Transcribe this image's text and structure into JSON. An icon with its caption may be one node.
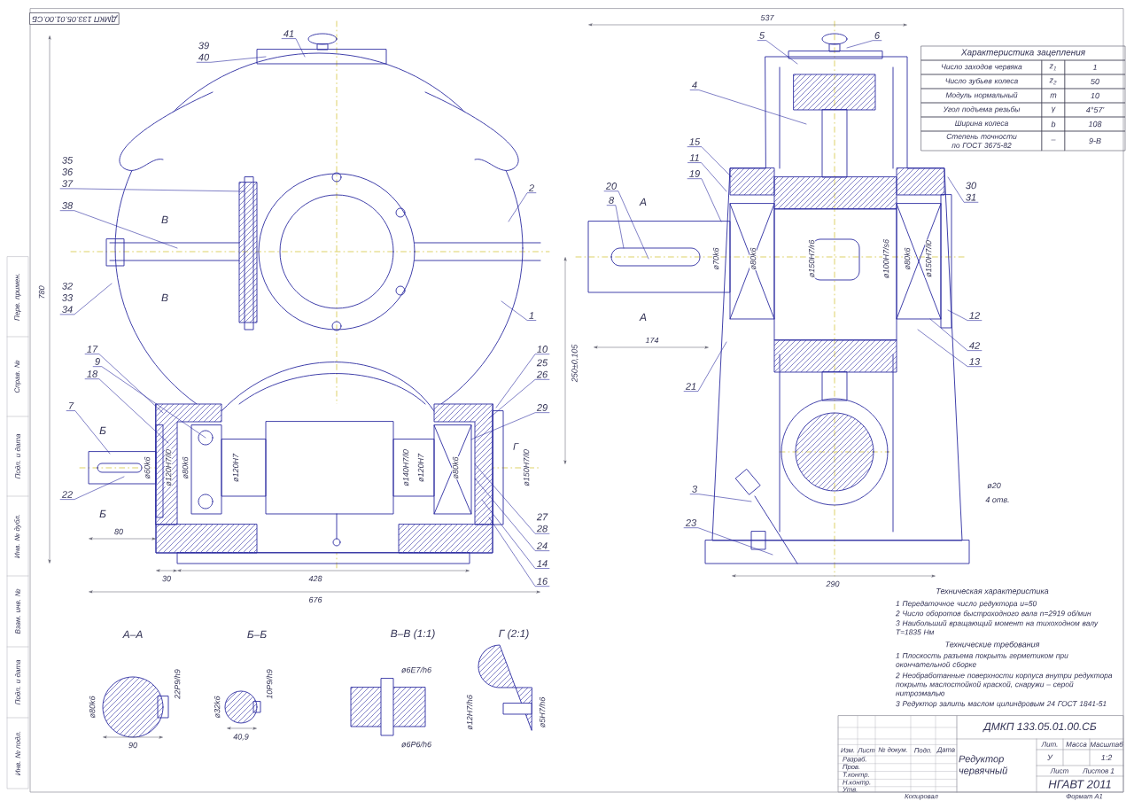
{
  "diagram": {
    "nodes": [
      {
        "text": [
          "39",
          "40"
        ]
      },
      {
        "text": [
          "41"
        ]
      },
      {
        "text": [
          "35",
          "36",
          "37"
        ]
      },
      {
        "text": [
          "38"
        ]
      },
      {
        "text": [
          "32",
          "33",
          "34"
        ]
      },
      {
        "text": [
          "2"
        ]
      },
      {
        "text": [
          "1"
        ]
      },
      {
        "text": [
          "17"
        ]
      },
      {
        "text": [
          "9"
        ]
      },
      {
        "text": [
          "18"
        ]
      },
      {
        "text": [
          "7"
        ]
      },
      {
        "text": [
          "22"
        ]
      },
      {
        "text": [
          "10"
        ]
      },
      {
        "text": [
          "25",
          "26"
        ]
      },
      {
        "text": [
          "29"
        ]
      },
      {
        "text": [
          "27",
          "28"
        ]
      },
      {
        "text": [
          "24"
        ]
      },
      {
        "text": [
          "14"
        ]
      },
      {
        "text": [
          "16"
        ]
      },
      {
        "text": [
          "5"
        ]
      },
      {
        "text": [
          "6"
        ]
      },
      {
        "text": [
          "4"
        ]
      },
      {
        "text": [
          "15"
        ]
      },
      {
        "text": [
          "11"
        ]
      },
      {
        "text": [
          "19"
        ]
      },
      {
        "text": [
          "20"
        ]
      },
      {
        "text": [
          "8"
        ]
      },
      {
        "text": [
          "30",
          "31"
        ]
      },
      {
        "text": [
          "12"
        ]
      },
      {
        "text": [
          "42"
        ]
      },
      {
        "text": [
          "13"
        ]
      },
      {
        "text": [
          "21"
        ]
      },
      {
        "text": [
          "3"
        ]
      },
      {
        "text": [
          "23"
        ]
      },
      {
        "text": [],
        "shape": "picture"
      },
      {
        "text": [],
        "shape": "picture"
      }
    ],
    "edges": [
      {
        "from": 0,
        "to": 34,
        "arrow": "none"
      },
      {
        "from": 1,
        "to": 34,
        "arrow": "none"
      },
      {
        "from": 2,
        "to": 34,
        "arrow": "none"
      },
      {
        "from": 3,
        "to": 34,
        "arrow": "none"
      },
      {
        "from": 4,
        "to": 34,
        "arrow": "none"
      },
      {
        "from": 5,
        "to": 34,
        "arrow": "none"
      },
      {
        "from": 6,
        "to": 34,
        "arrow": "none"
      },
      {
        "from": 7,
        "to": 34,
        "arrow": "none"
      },
      {
        "from": 8,
        "to": 34,
        "arrow": "none"
      },
      {
        "from": 9,
        "to": 34,
        "arrow": "none"
      },
      {
        "from": 10,
        "to": 34,
        "arrow": "none"
      },
      {
        "from": 11,
        "to": 34,
        "arrow": "none"
      },
      {
        "from": 12,
        "to": 34,
        "arrow": "none"
      },
      {
        "from": 13,
        "to": 34,
        "arrow": "none"
      },
      {
        "from": 14,
        "to": 34,
        "arrow": "none"
      },
      {
        "from": 15,
        "to": 34,
        "arrow": "none"
      },
      {
        "from": 16,
        "to": 34,
        "arrow": "none"
      },
      {
        "from": 17,
        "to": 34,
        "arrow": "none"
      },
      {
        "from": 18,
        "to": 34,
        "arrow": "none"
      },
      {
        "from": 19,
        "to": 35,
        "arrow": "none"
      },
      {
        "from": 20,
        "to": 35,
        "arrow": "none"
      },
      {
        "from": 21,
        "to": 35,
        "arrow": "none"
      },
      {
        "from": 22,
        "to": 35,
        "arrow": "none"
      },
      {
        "from": 23,
        "to": 35,
        "arrow": "none"
      },
      {
        "from": 24,
        "to": 35,
        "arrow": "none"
      },
      {
        "from": 25,
        "to": 35,
        "arrow": "none"
      },
      {
        "from": 26,
        "to": 35,
        "arrow": "none"
      },
      {
        "from": 27,
        "to": 35,
        "arrow": "none"
      },
      {
        "from": 28,
        "to": 35,
        "arrow": "none"
      },
      {
        "from": 29,
        "to": 35,
        "arrow": "none"
      },
      {
        "from": 30,
        "to": 35,
        "arrow": "none"
      },
      {
        "from": 31,
        "to": 35,
        "arrow": "none"
      },
      {
        "from": 32,
        "to": 35,
        "arrow": "none"
      },
      {
        "from": 33,
        "to": 35,
        "arrow": "none"
      }
    ],
    "labels": [
      "ДМКП 133.05.01.00.СБ",
      "В",
      "В",
      "Б",
      "Б",
      "А",
      "А",
      "Г",
      "780",
      "250±0,105",
      "80",
      "30",
      "428",
      "676",
      "537",
      "174",
      "290",
      "ø20",
      "4 отв.",
      "ø60k6",
      "ø120H7/l0",
      "ø80k6",
      "ø120H7",
      "ø140H7/l0",
      "ø120H7",
      "ø80k6",
      "ø150H7/l0",
      "ø70k6",
      "ø80k6",
      "ø150H7/r6",
      "ø100H7/s6",
      "ø80k6",
      "ø150H7/l0",
      "А–А",
      "Б–Б",
      "В–В (1:1)",
      "Г (2:1)",
      "ø80k6",
      "90",
      "22P9/h9",
      "ø32k6",
      "40,9",
      "10P9/h9",
      "ø6E7/h6",
      "ø6P6/h6",
      "ø12H7/h6",
      "ø5H7/h6",
      "Характеристика зацепления",
      "Число заходов червяка",
      "z$_{1}$",
      "1",
      "Число зубьев колеса",
      "z$_{2}$",
      "50",
      "Модуль нормальный",
      "m",
      "10",
      "Угол подъема резьбы",
      "γ",
      "4°57'",
      "Ширина колеса",
      "b",
      "108",
      "Степень точности по ГОСТ 3675-82",
      "–",
      "9-В",
      "Техническая характеристика",
      "1 Передаточное число редуктора u=50",
      "2 Число оборотов быстроходного вала n=2919 об/мин",
      "3 Наибольший вращающий момент на тихоходном валу T=1835 Нм",
      "Технические требования",
      "1 Плоскость разъема покрыть герметиком при окончательной сборке",
      "2 Необработанные поверхности корпуса внутри редуктора покрыть маслостойкой краской, снаружи – серой нитроэмалью",
      "3 Редуктор залить маслом цилиндровым 24 ГОСТ 1841-51",
      "ДМКП 133.05.01.00.СБ",
      "Редуктор червячный",
      "Лит.",
      "Масса",
      "Масштаб",
      "У",
      "1:2",
      "Лист",
      "Листов 1",
      "НГАВТ 2011",
      "Изм.",
      "Лист",
      "№ докум.",
      "Подп.",
      "Дата",
      "Разраб.",
      "Пров.",
      "Т.контр.",
      "Н.контр.",
      "Утв.",
      "Копировал",
      "Формат A1",
      "Перв. примен.",
      "Справ. №",
      "Подп. и дата",
      "Инв. № дубл.",
      "Взам. инв. №",
      "Подп. и дата",
      "Инв. № подл."
    ]
  }
}
